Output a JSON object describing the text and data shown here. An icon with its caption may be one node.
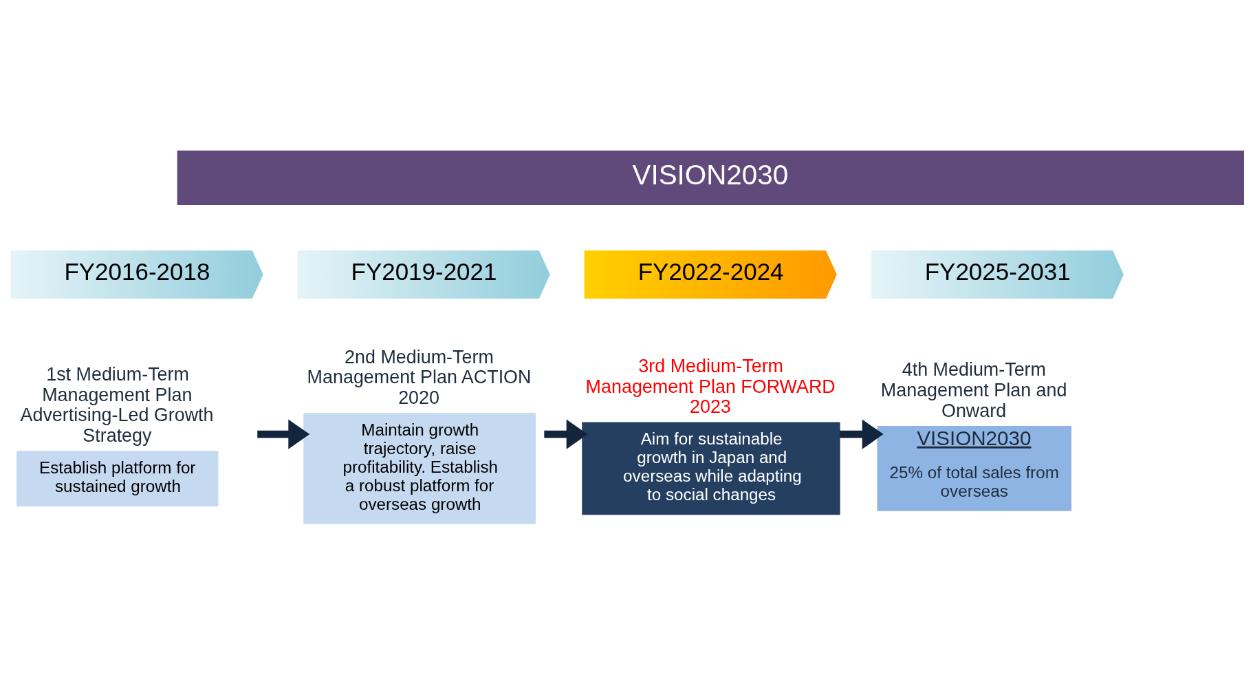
{
  "diagram": {
    "nodes": [
      {
        "text": [
          "VISION2030"
        ]
      },
      {
        "text": [
          "FY2016-2018"
        ]
      },
      {
        "text": [
          "FY2019-2021"
        ]
      },
      {
        "text": [
          "FY2022-2024"
        ]
      },
      {
        "text": [
          "FY2025-2031"
        ]
      },
      {
        "text": [
          "1st Medium-Term Management Plan Advertising-Led Growth Strategy",
          "Establish platform for sustained growth"
        ]
      },
      {
        "text": [
          "2nd Medium-Term Management Plan ACTION 2020",
          "Maintain growth trajectory, raise profitability. Establish a robust platform for overseas growth"
        ]
      },
      {
        "text": [
          "3rd Medium-Term Management Plan FORWARD 2023",
          "Aim for sustainable growth in Japan and overseas while adapting to social changes"
        ]
      },
      {
        "text": [
          "4th Medium-Term Management Plan and Onward",
          "VISION2030",
          "25% of total sales from overseas"
        ]
      }
    ],
    "edges": [
      {
        "from": 5,
        "to": 6,
        "arrow": "to"
      },
      {
        "from": 6,
        "to": 7,
        "arrow": "to"
      },
      {
        "from": 7,
        "to": 8,
        "arrow": "to"
      }
    ]
  }
}
